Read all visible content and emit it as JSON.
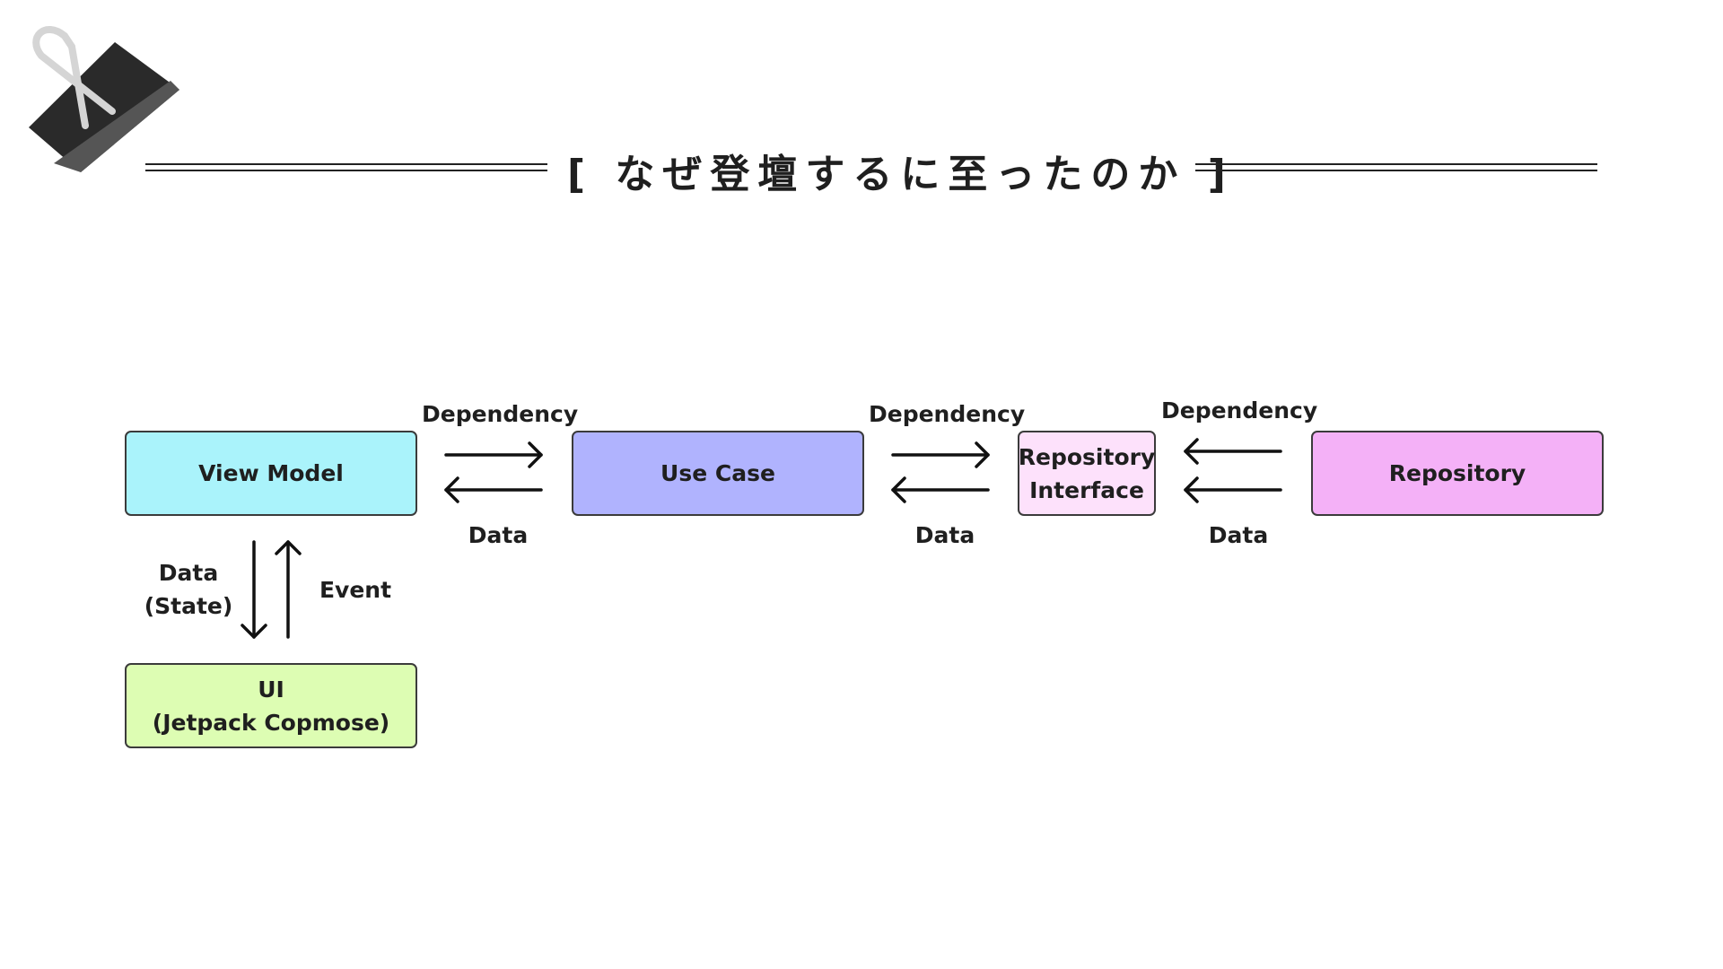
{
  "title": "[ なぜ登壇するに至ったのか ]",
  "icons": {
    "corner": "binder-clip-icon"
  },
  "colors": {
    "view_model": "#aaf3fb",
    "use_case": "#b0b3fe",
    "repository_interface": "#fde1fb",
    "repository": "#f4b1f7",
    "ui": "#ddfdb3"
  },
  "nodes": {
    "view_model": "View Model",
    "use_case": "Use Case",
    "repository_interface": {
      "line1": "Repository",
      "line2": "Interface"
    },
    "repository": "Repository",
    "ui": {
      "line1": "UI",
      "line2": "(Jetpack Copmose)"
    }
  },
  "edges": {
    "vm_uc": {
      "top": "Dependency",
      "bottom": "Data"
    },
    "uc_ri": {
      "top": "Dependency",
      "bottom": "Data"
    },
    "repo_ri": {
      "top": "Dependency",
      "bottom": "Data"
    },
    "vm_ui": {
      "left_line1": "Data",
      "left_line2": "(State)",
      "right": "Event"
    }
  }
}
